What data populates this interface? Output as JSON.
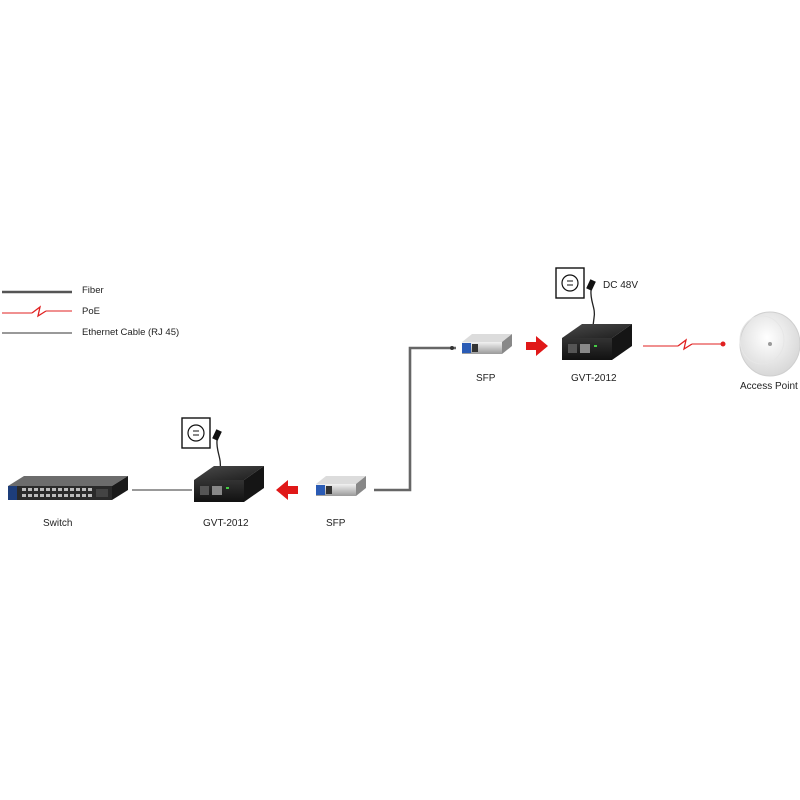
{
  "legend": {
    "fiber": "Fiber",
    "poe": "PoE",
    "ethernet": "Ethernet Cable (RJ 45)"
  },
  "devices": {
    "switch": "Switch",
    "converter_left": "GVT-2012",
    "sfp_left": "SFP",
    "sfp_right": "SFP",
    "converter_right": "GVT-2012",
    "access_point": "Access Point"
  },
  "power": {
    "dc_label": "DC 48V"
  },
  "colors": {
    "fiber": "#555555",
    "poe": "#e02020",
    "ethernet": "#333333",
    "arrow": "#e01818",
    "device_body": "#2b2b2b"
  }
}
